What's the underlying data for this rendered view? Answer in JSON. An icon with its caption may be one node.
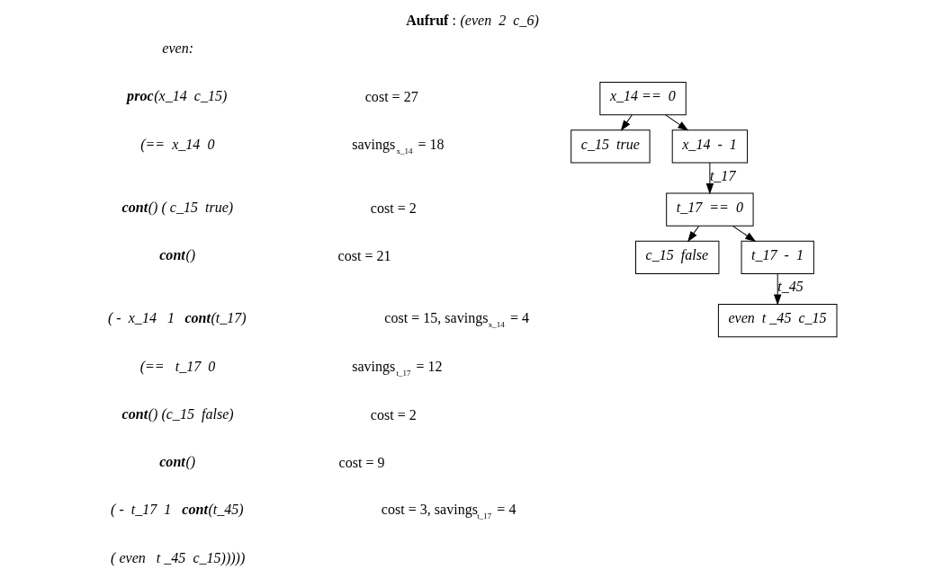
{
  "diagram": {
    "title": "**Aufruf** : *(even  2  c_6)*",
    "nodes": [
      {
        "text": [
          "x_14 ==  0"
        ]
      },
      {
        "text": [
          "c_15  true"
        ]
      },
      {
        "text": [
          "x_14  -  1"
        ]
      },
      {
        "text": [
          "t_17  ==  0"
        ]
      },
      {
        "text": [
          "c_15  false"
        ]
      },
      {
        "text": [
          "t_17  -  1"
        ]
      },
      {
        "text": [
          "even  t _45  c_15"
        ]
      }
    ],
    "edges": [
      {
        "from": 0,
        "to": 1,
        "arrow": "to"
      },
      {
        "from": 0,
        "to": 2,
        "arrow": "to"
      },
      {
        "from": 2,
        "to": 3,
        "arrow": "to",
        "label": "t_17"
      },
      {
        "from": 3,
        "to": 4,
        "arrow": "to"
      },
      {
        "from": 3,
        "to": 5,
        "arrow": "to"
      },
      {
        "from": 5,
        "to": 6,
        "arrow": "to",
        "label": "t_45"
      }
    ],
    "labels": [
      "even:",
      "**proc**(x_14  c_15)",
      "cost = 27",
      "(==  x_14  0",
      "savings$_{x_14}$ = 18",
      "**cont**() ( c_15  true)",
      "cost = 2",
      "**cont**()",
      "cost = 21",
      "( -  x_14   1   **cont**(t_17)",
      "cost = 15, savings$_{x_14}$ = 4",
      "(==   t_17  0",
      "savings$_{t_17}$ = 12",
      "**cont**() (c_15  false)",
      "cost = 2",
      "**cont**()",
      "cost = 9",
      "( -  t_17  1   **cont**(t_45)",
      "cost = 3, savings$_{t_17}$ = 4",
      "( even   t _45  c_15)))))"
    ]
  }
}
